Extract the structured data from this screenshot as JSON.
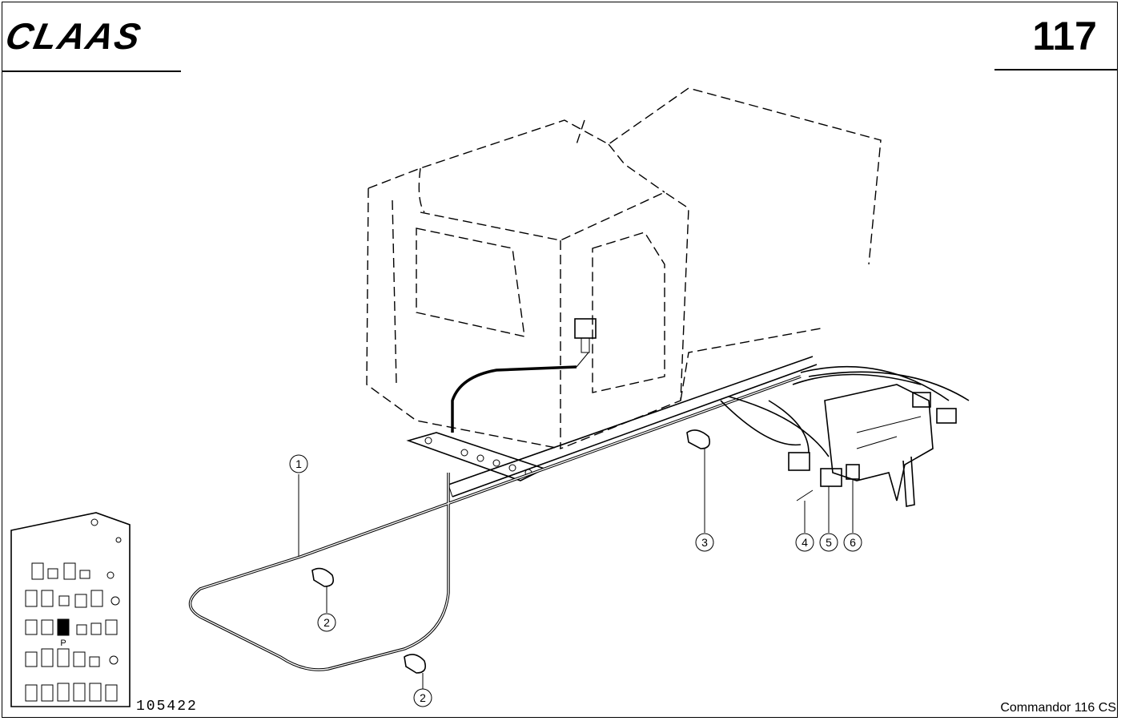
{
  "header": {
    "brand_logo": "CLAAS",
    "page_number": "117"
  },
  "footer": {
    "drawing_number": "105422",
    "model": "Commandor 116 CS"
  },
  "callouts": [
    "1",
    "2",
    "2",
    "3",
    "4",
    "5",
    "6"
  ],
  "legend": {
    "highlight_label": "P"
  }
}
